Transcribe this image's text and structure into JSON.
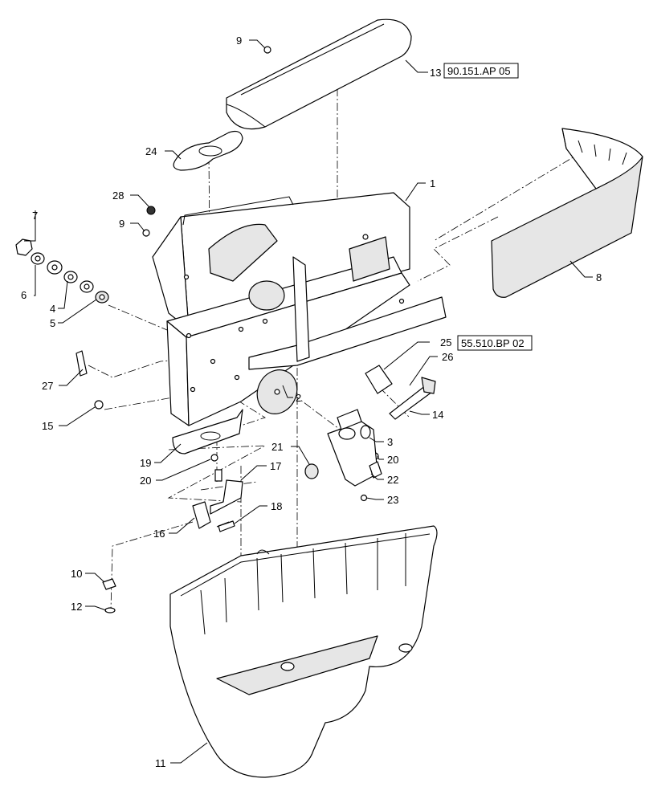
{
  "callouts": [
    {
      "id": "c9a",
      "text": "9"
    },
    {
      "id": "c13",
      "text": "13"
    },
    {
      "id": "c24",
      "text": "24"
    },
    {
      "id": "c1",
      "text": "1"
    },
    {
      "id": "c28",
      "text": "28"
    },
    {
      "id": "c9b",
      "text": "9"
    },
    {
      "id": "c7",
      "text": "7"
    },
    {
      "id": "c6",
      "text": "6"
    },
    {
      "id": "c4",
      "text": "4"
    },
    {
      "id": "c5",
      "text": "5"
    },
    {
      "id": "c8",
      "text": "8"
    },
    {
      "id": "c25",
      "text": "25"
    },
    {
      "id": "c26",
      "text": "26"
    },
    {
      "id": "c27",
      "text": "27"
    },
    {
      "id": "c2",
      "text": "2"
    },
    {
      "id": "c14",
      "text": "14"
    },
    {
      "id": "c15",
      "text": "15"
    },
    {
      "id": "c3",
      "text": "3"
    },
    {
      "id": "c21",
      "text": "21"
    },
    {
      "id": "c20b",
      "text": "20"
    },
    {
      "id": "c19",
      "text": "19"
    },
    {
      "id": "c17",
      "text": "17"
    },
    {
      "id": "c20a",
      "text": "20"
    },
    {
      "id": "c22",
      "text": "22"
    },
    {
      "id": "c23",
      "text": "23"
    },
    {
      "id": "c18",
      "text": "18"
    },
    {
      "id": "c16",
      "text": "16"
    },
    {
      "id": "c10",
      "text": "10"
    },
    {
      "id": "c12",
      "text": "12"
    },
    {
      "id": "c11",
      "text": "11"
    }
  ],
  "references": [
    {
      "id": "r13",
      "text": "90.151.AP 05"
    },
    {
      "id": "r25",
      "text": "55.510.BP 02"
    }
  ]
}
